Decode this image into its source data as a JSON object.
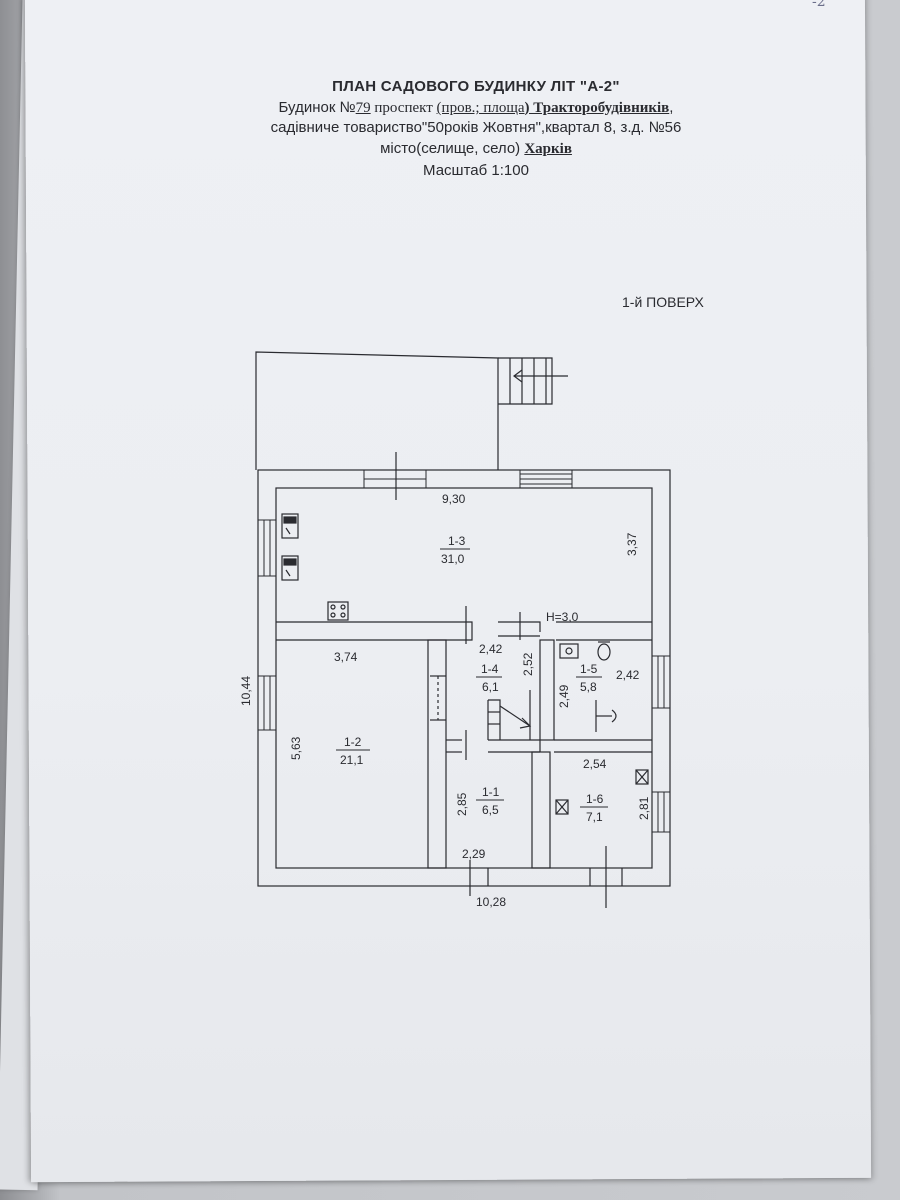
{
  "document": {
    "title": "ПЛАН САДОВОГО  БУДИНКУ ЛІТ \"А-2\"",
    "address": {
      "prefix": "Будинок №",
      "house_number": "79",
      "mid": " проспект ",
      "street_types": "(пров.; площа",
      "street": ") Тракторобудівників",
      "suffix": ","
    },
    "cooperative": "садівниче товариство\"50років Жовтня\",квартал 8, з.д. №56",
    "city_prefix": "місто(селище, село) ",
    "city": "Харків",
    "scale": "Масштаб 1:100",
    "floor": "1-й ПОВЕРХ",
    "corner_mark": "-2"
  },
  "plan": {
    "ceiling_height": "Н=3,0",
    "overall_dims": {
      "width_top": "9,30",
      "width_bottom": "10,28",
      "height_left": "10,44"
    },
    "rooms": [
      {
        "id": "1-3",
        "area": "31,0",
        "dims": [
          "3,37"
        ]
      },
      {
        "id": "1-2",
        "area": "21,1",
        "dims": [
          "3,74",
          "5,63"
        ]
      },
      {
        "id": "1-4",
        "area": "6,1",
        "dims": [
          "2,42",
          "2,52"
        ]
      },
      {
        "id": "1-5",
        "area": "5,8",
        "dims": [
          "2,42",
          "2,49"
        ]
      },
      {
        "id": "1-1",
        "area": "6,5",
        "dims": [
          "2,85",
          "2,29"
        ]
      },
      {
        "id": "1-6",
        "area": "7,1",
        "dims": [
          "2,54",
          "2,81"
        ]
      }
    ]
  }
}
